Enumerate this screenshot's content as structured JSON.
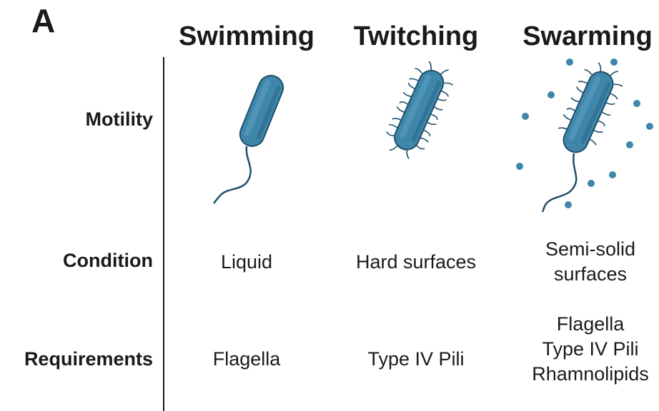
{
  "panel_label": "A",
  "columns": [
    {
      "header": "Swimming",
      "condition": [
        "Liquid"
      ],
      "requirements": [
        "Flagella"
      ]
    },
    {
      "header": "Twitching",
      "condition": [
        "Hard surfaces"
      ],
      "requirements": [
        "Type IV Pili"
      ]
    },
    {
      "header": "Swarming",
      "condition": [
        "Semi-solid",
        "surfaces"
      ],
      "requirements": [
        "Flagella",
        "Type IV Pili",
        "Rhamnolipids"
      ]
    }
  ],
  "rows": {
    "motility": "Motility",
    "condition": "Condition",
    "requirements": "Requirements"
  },
  "colors": {
    "bacterium_fill": "#3f86ab",
    "bacterium_dark": "#2c6a8c",
    "outline": "#1d4f6a",
    "particle": "#3f86ab",
    "text": "#1a1a1a"
  },
  "icons": {
    "swimming": "flagellated-bacterium-icon",
    "twitching": "piliated-bacterium-icon",
    "swarming": "swarming-bacterium-icon"
  }
}
